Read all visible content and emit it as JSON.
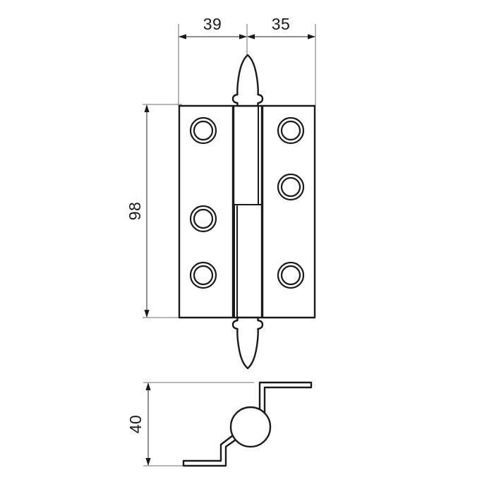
{
  "drawing": {
    "title": "Hinge technical drawing",
    "background_color": "#ffffff",
    "line_color": "#1a1a1a",
    "dimension_color": "#4a4a4a",
    "extension_color": "#8a8a8a"
  },
  "dimensions": {
    "left_plate_width": "39",
    "right_plate_width": "35",
    "plate_height": "98",
    "side_profile_height": "40"
  },
  "views": {
    "front": {
      "name": "front-elevation",
      "left_plate": {
        "holes": 3,
        "hole_positions_y": [
          185,
          310,
          390
        ]
      },
      "right_plate": {
        "holes": 3,
        "hole_positions_y": [
          185,
          265,
          390
        ]
      },
      "finials": {
        "top": "spear-finial",
        "bottom": "spear-finial"
      },
      "knuckle": "center-pin-knuckle"
    },
    "side": {
      "name": "side-section",
      "profile": "cranked-z-profile",
      "pin": "circular-pin"
    }
  },
  "labels": {
    "width_left": "39",
    "width_right": "35",
    "height": "98",
    "depth": "40"
  }
}
